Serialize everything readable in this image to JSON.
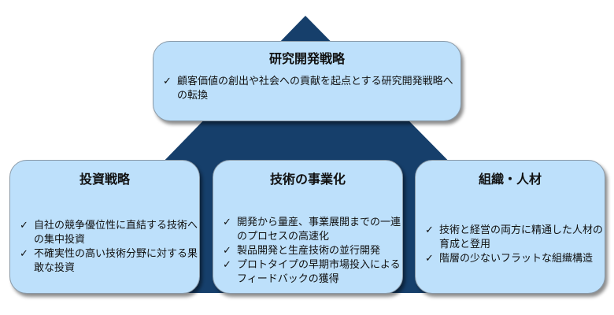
{
  "colors": {
    "triangle": "#163f6b",
    "box_fill": "#bde0fb"
  },
  "top": {
    "title": "研究開発戦略",
    "items": [
      "顧客価値の創出や社会への貢献を起点とする研究開発戦略への転換"
    ]
  },
  "boxes": [
    {
      "title": "投資戦略",
      "items": [
        "自社の競争優位性に直結する技術への集中投資",
        "不確実性の高い技術分野に対する果敢な投資"
      ]
    },
    {
      "title": "技術の事業化",
      "items": [
        "開発から量産、事業展開までの一連のプロセスの高速化",
        "製品開発と生産技術の並行開発",
        "プロトタイプの早期市場投入によるフィードバックの獲得"
      ]
    },
    {
      "title": "組織・人材",
      "items": [
        "技術と経営の両方に精通した人材の育成と登用",
        "階層の少ないフラットな組織構造"
      ]
    }
  ],
  "check_icon": "✓"
}
